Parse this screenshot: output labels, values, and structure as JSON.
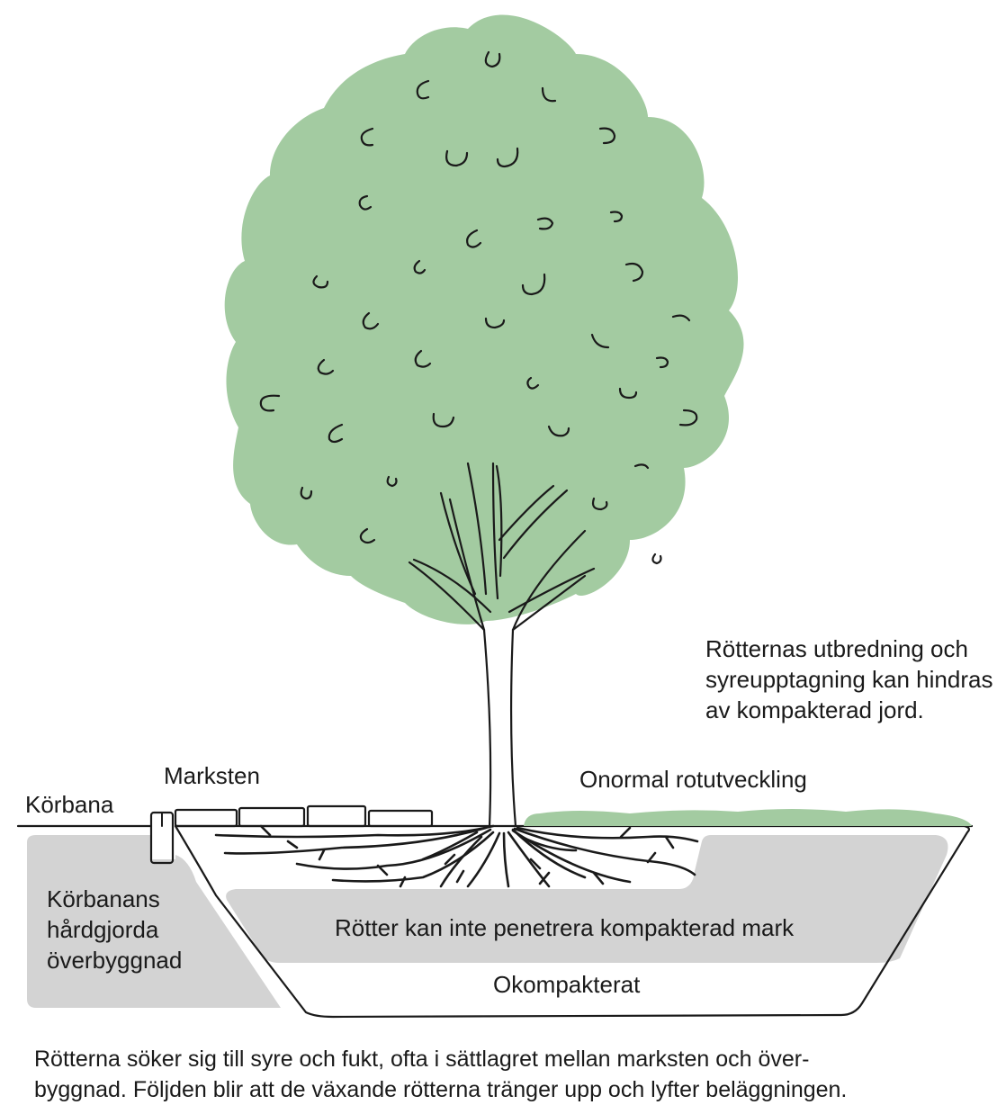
{
  "labels": {
    "korbana": "Körbana",
    "marksten": "Marksten",
    "onormal": "Onormal rotutveckling",
    "rotternas_utbredning": [
      "Rötternas utbredning och",
      "syreupptagning kan hindras",
      "av kompakterad jord."
    ],
    "korbanans": [
      "Körbanans",
      "hårdgjorda",
      "överbyggnad"
    ],
    "kompakterad": "Rötter kan inte penetrera kompakterad mark",
    "okompakterat": "Okompakterat"
  },
  "caption": [
    "Rötterna söker sig till syre och fukt, ofta i sättlagret mellan marksten och över-",
    "byggnad. Följden blir att de växande rötterna tränger upp och lyfter beläggningen."
  ],
  "colors": {
    "canopy": "#a3cba1",
    "gray_zone": "#d3d3d3",
    "line": "#1a1a1a"
  },
  "icons": {
    "leaf_marks": "c-shaped-leaf-icon"
  }
}
